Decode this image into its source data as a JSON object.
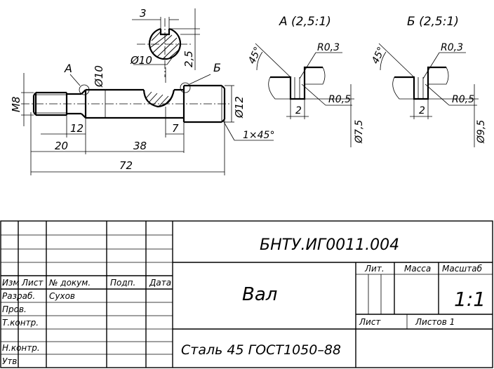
{
  "drawing": {
    "dims": {
      "d3": "3",
      "d25": "2,5",
      "dia10_top": "Ø10",
      "dia10_side": "Ø10",
      "m8": "M8",
      "dia12": "Ø12",
      "d12": "12",
      "d7": "7",
      "d20": "20",
      "d38": "38",
      "d72": "72",
      "chamfer": "1×45°"
    },
    "labels": {
      "a": "А",
      "b": "Б"
    }
  },
  "details": [
    {
      "title": "А (2,5:1)",
      "angle": "45°",
      "r1": "R0,3",
      "r2": "R0,5",
      "width": "2",
      "dia": "Ø7,5"
    },
    {
      "title": "Б (2,5:1)",
      "angle": "45°",
      "r1": "R0,3",
      "r2": "R0,5",
      "width": "2",
      "dia": "Ø9,5"
    }
  ],
  "title_block": {
    "doc_code": "БНТУ.ИГ0011.004",
    "part_name": "Вал",
    "material": "Сталь 45 ГОСТ1050–88",
    "headers": {
      "izm": "Изм",
      "list": "Лист",
      "doc_no": "№ докум.",
      "sign": "Подп.",
      "date": "Дата",
      "lit": "Лит.",
      "mass": "Масса",
      "scale": "Масштаб"
    },
    "scale": "1:1",
    "sheet_label": "Лист",
    "sheets_label": "Листов 1",
    "roles": [
      {
        "role": "Разраб.",
        "name": "Сухов"
      },
      {
        "role": "Пров.",
        "name": ""
      },
      {
        "role": "Т.контр.",
        "name": ""
      },
      {
        "role": "Н.контр.",
        "name": ""
      },
      {
        "role": "Утв.",
        "name": ""
      }
    ]
  }
}
